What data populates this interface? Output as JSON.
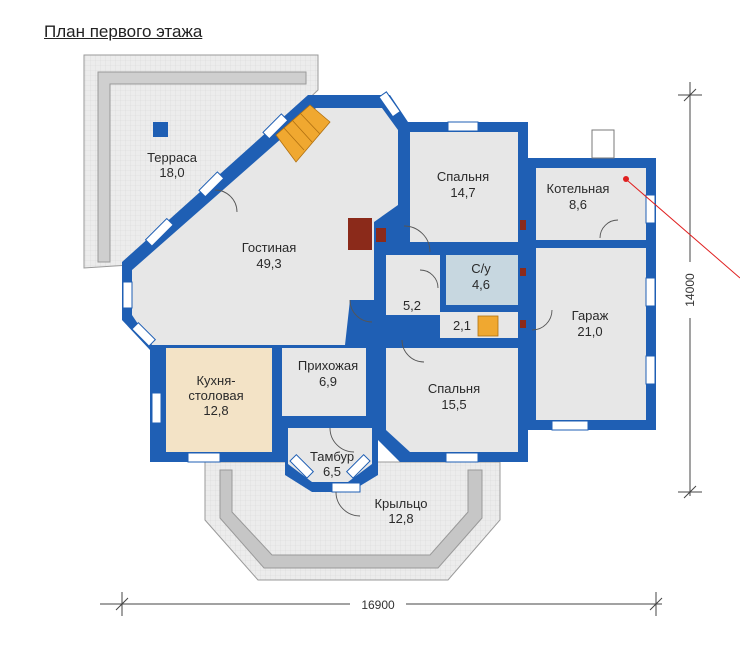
{
  "title": "План первого этажа",
  "colors": {
    "wall": "#1f5fb4",
    "floor": "#e6e6e6",
    "kitchen": "#f3e3c6",
    "bath": "#c7d7e0",
    "terrace": "#eeeeee",
    "window": "#ffffff",
    "stair": "#f0a830",
    "fireplace": "#8b2a1a"
  },
  "rooms": {
    "terrace": {
      "name": "Терраса",
      "area": "18,0"
    },
    "living": {
      "name": "Гостиная",
      "area": "49,3"
    },
    "bedroom1": {
      "name": "Спальня",
      "area": "14,7"
    },
    "boiler": {
      "name": "Котельная",
      "area": "8,6"
    },
    "bathroom": {
      "name": "С/у",
      "area": "4,6"
    },
    "hall52": {
      "name": "",
      "area": "5,2"
    },
    "wc21": {
      "name": "",
      "area": "2,1"
    },
    "garage": {
      "name": "Гараж",
      "area": "21,0"
    },
    "kitchen": {
      "name1": "Кухня-",
      "name2": "столовая",
      "area": "12,8"
    },
    "hallway": {
      "name": "Прихожая",
      "area": "6,9"
    },
    "bedroom2": {
      "name": "Спальня",
      "area": "15,5"
    },
    "vestibule": {
      "name": "Тамбур",
      "area": "6,5"
    },
    "porch": {
      "name": "Крыльцо",
      "area": "12,8"
    }
  },
  "dimensions": {
    "width": "16900",
    "depth": "14000"
  }
}
